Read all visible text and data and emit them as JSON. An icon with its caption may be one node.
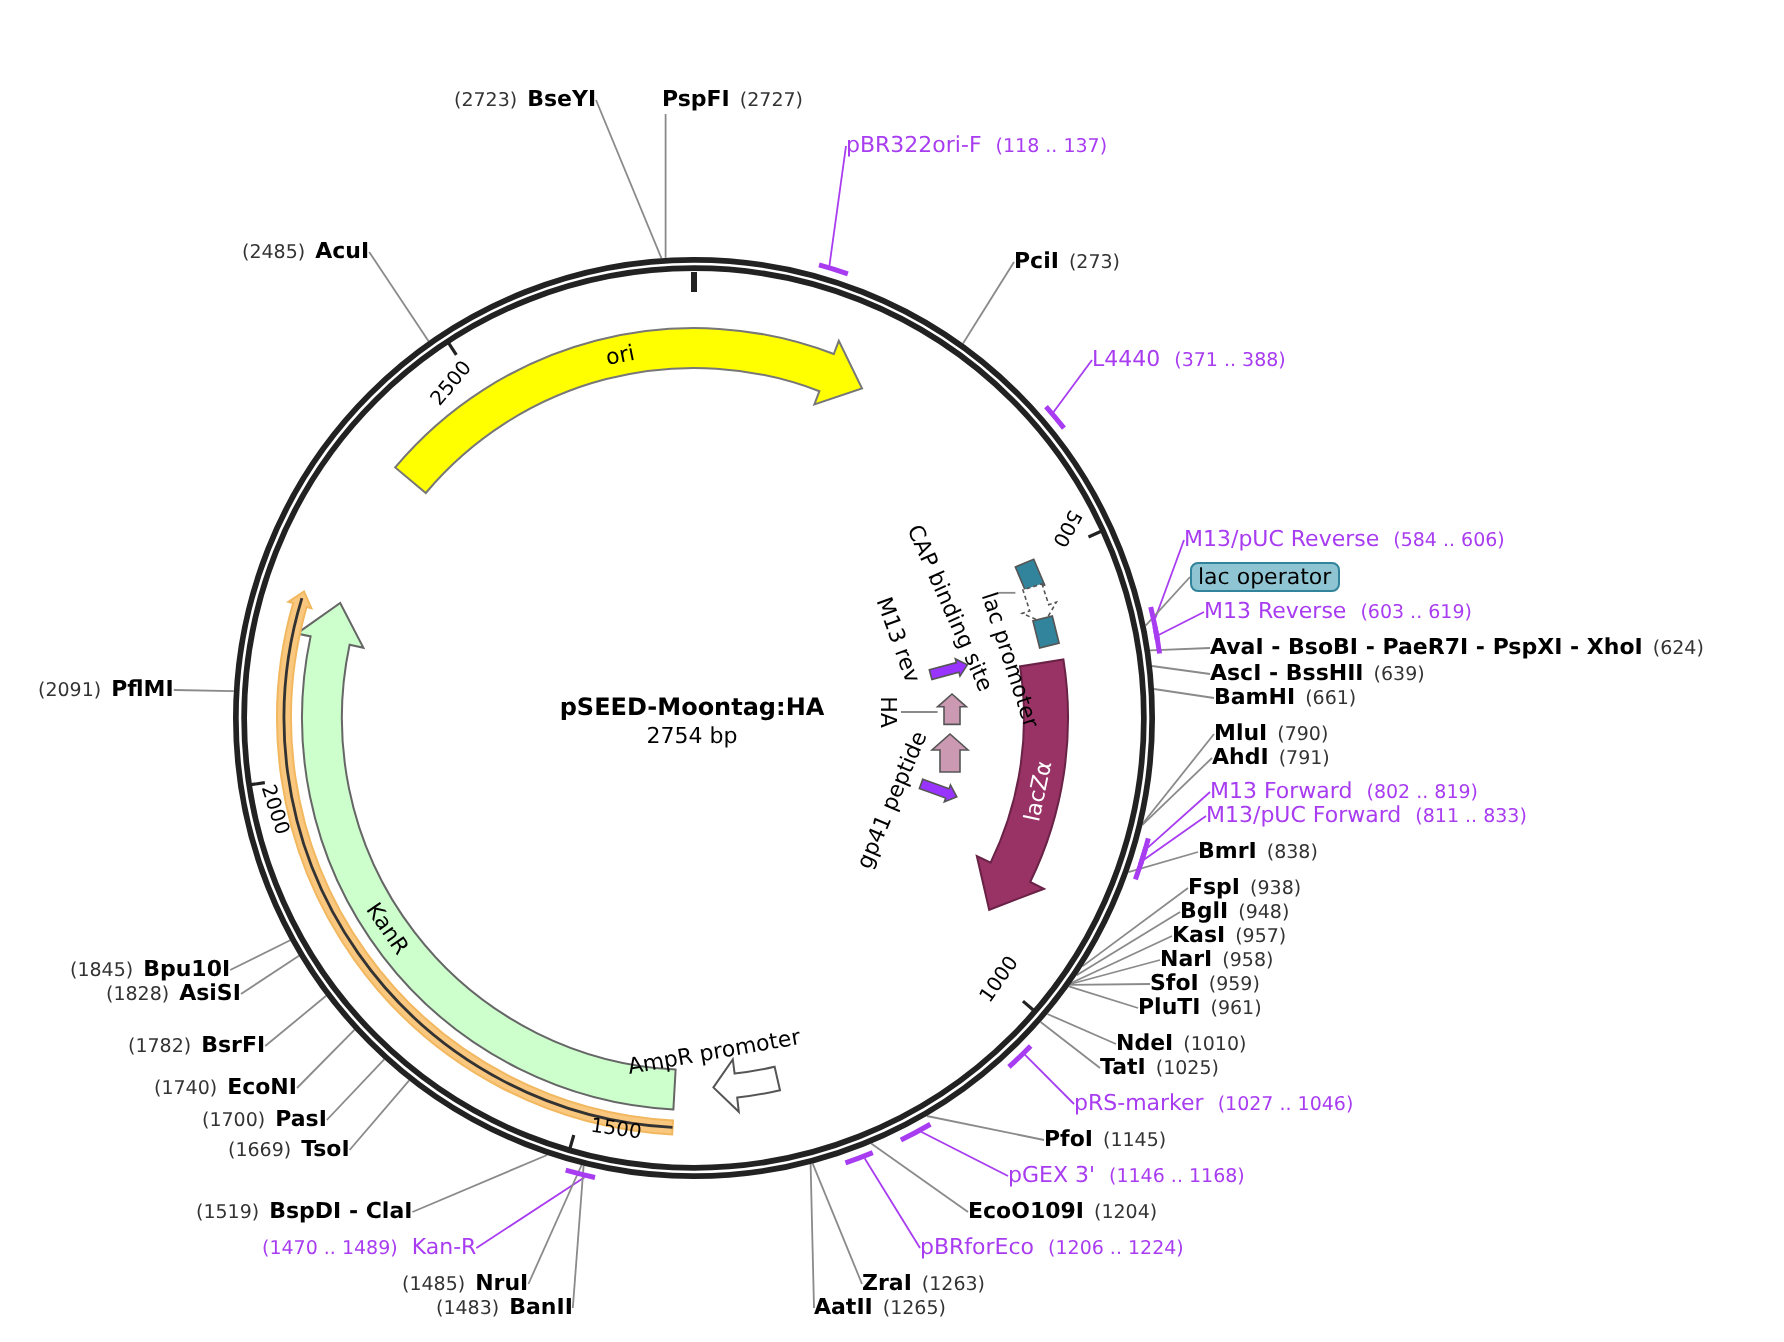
{
  "diagram": {
    "nodes": [
      {
        "text": [
          "(2723)",
          "BseYI"
        ]
      },
      {
        "text": [
          "PspFI",
          "(2727)"
        ]
      },
      {
        "text": [
          "pBR322ori-F",
          "(118 .. 137)"
        ]
      },
      {
        "text": [
          "(2485)",
          "AcuI"
        ]
      },
      {
        "text": [
          "PciI",
          "(273)"
        ]
      },
      {
        "text": [
          "L4440",
          "(371 .. 388)"
        ]
      },
      {
        "text": [
          "ori"
        ]
      },
      {
        "text": [
          "M13/pUC Reverse",
          "(584 .. 606)"
        ]
      },
      {
        "text": [
          "lac operator"
        ]
      },
      {
        "text": [
          "M13 Reverse",
          "(603 .. 619)"
        ]
      },
      {
        "text": [
          "AvaI  - BsoBI  - PaeR7I  - PspXI  - XhoI",
          "(624)"
        ]
      },
      {
        "text": [
          "AscI  - BssHII",
          "(639)"
        ]
      },
      {
        "text": [
          "BamHI",
          "(661)"
        ]
      },
      {
        "text": [
          "CAP binding site"
        ]
      },
      {
        "text": [],
        "shape": "box"
      },
      {
        "text": [
          "lac promoter"
        ]
      },
      {
        "text": [],
        "shape": "box"
      },
      {
        "text": [
          "M13 rev"
        ]
      },
      {
        "text": [
          "HA"
        ]
      },
      {
        "text": [],
        "shape": "arrow"
      },
      {
        "text": [],
        "shape": "arrow"
      },
      {
        "text": [
          "gp41 peptide"
        ]
      },
      {
        "text": [
          "lacZα"
        ]
      },
      {
        "text": [
          "(2091)",
          "PflMI"
        ]
      },
      {
        "text": [
          "MluI",
          "(790)"
        ]
      },
      {
        "text": [
          "AhdI",
          "(791)"
        ]
      },
      {
        "text": [
          "M13 Forward",
          "(802 .. 819)"
        ]
      },
      {
        "text": [
          "M13/pUC Forward",
          "(811 .. 833)"
        ]
      },
      {
        "text": [
          "BmrI",
          "(838)"
        ]
      },
      {
        "text": [
          "FspI",
          "(938)"
        ]
      },
      {
        "text": [
          "BglI",
          "(948)"
        ]
      },
      {
        "text": [
          "KasI",
          "(957)"
        ]
      },
      {
        "text": [
          "NarI",
          "(958)"
        ]
      },
      {
        "text": [
          "SfoI",
          "(959)"
        ]
      },
      {
        "text": [
          "PluTI",
          "(961)"
        ]
      },
      {
        "text": [
          "KanR"
        ]
      },
      {
        "text": [],
        "shape": "arrow"
      },
      {
        "text": [
          "(1845)",
          "Bpu10I"
        ]
      },
      {
        "text": [
          "(1828)",
          "AsiSI"
        ]
      },
      {
        "text": [
          "(1782)",
          "BsrFI"
        ]
      },
      {
        "text": [
          "(1740)",
          "EcoNI"
        ]
      },
      {
        "text": [
          "AmpR promoter"
        ]
      },
      {
        "text": [
          "(1700)",
          "PasI"
        ]
      },
      {
        "text": [
          "(1669)",
          "TsoI"
        ]
      },
      {
        "text": [
          "NdeI",
          "(1010)"
        ]
      },
      {
        "text": [
          "TatI",
          "(1025)"
        ]
      },
      {
        "text": [
          "pRS-marker",
          "(1027 .. 1046)"
        ]
      },
      {
        "text": [
          "PfoI",
          "(1145)"
        ]
      },
      {
        "text": [
          "pGEX 3'",
          "(1146 .. 1168)"
        ]
      },
      {
        "text": [
          "EcoO109I",
          "(1204)"
        ]
      },
      {
        "text": [
          "pBRforEco",
          "(1206 .. 1224)"
        ]
      },
      {
        "text": [
          "(1519)",
          "BspDI  - ClaI"
        ]
      },
      {
        "text": [
          "(1470 .. 1489)",
          "Kan-R"
        ]
      },
      {
        "text": [
          "(1485)",
          "NruI"
        ]
      },
      {
        "text": [
          "(1483)",
          "BanII"
        ]
      },
      {
        "text": [
          "ZraI",
          "(1263)"
        ]
      },
      {
        "text": [
          "AatII",
          "(1265)"
        ]
      }
    ],
    "edges": [
      {
        "from": 0,
        "to": null,
        "arrow": "none"
      },
      {
        "from": 1,
        "to": null,
        "arrow": "none"
      },
      {
        "from": 2,
        "to": null,
        "arrow": "none",
        "color": "#a83cf0"
      },
      {
        "from": 3,
        "to": null,
        "arrow": "none"
      },
      {
        "from": 4,
        "to": null,
        "arrow": "none"
      },
      {
        "from": 5,
        "to": null,
        "arrow": "none",
        "color": "#a83cf0"
      },
      {
        "from": 7,
        "to": null,
        "arrow": "none",
        "color": "#a83cf0"
      },
      {
        "from": 8,
        "to": null,
        "arrow": "none"
      },
      {
        "from": 9,
        "to": null,
        "arrow": "none",
        "color": "#a83cf0"
      },
      {
        "from": 10,
        "to": null,
        "arrow": "none"
      },
      {
        "from": 11,
        "to": null,
        "arrow": "none"
      },
      {
        "from": 12,
        "to": null,
        "arrow": "none"
      },
      {
        "from": 13,
        "to": 14,
        "arrow": "none"
      },
      {
        "from": 18,
        "to": 19,
        "arrow": "none"
      },
      {
        "from": 23,
        "to": null,
        "arrow": "none"
      },
      {
        "from": 24,
        "to": null,
        "arrow": "none"
      },
      {
        "from": 25,
        "to": null,
        "arrow": "none"
      },
      {
        "from": 26,
        "to": null,
        "arrow": "none",
        "color": "#a83cf0"
      },
      {
        "from": 27,
        "to": null,
        "arrow": "none",
        "color": "#a83cf0"
      },
      {
        "from": 28,
        "to": null,
        "arrow": "none"
      },
      {
        "from": 29,
        "to": null,
        "arrow": "none"
      },
      {
        "from": 30,
        "to": null,
        "arrow": "none"
      },
      {
        "from": 31,
        "to": null,
        "arrow": "none"
      },
      {
        "from": 32,
        "to": null,
        "arrow": "none"
      },
      {
        "from": 33,
        "to": null,
        "arrow": "none"
      },
      {
        "from": 34,
        "to": null,
        "arrow": "none"
      },
      {
        "from": 37,
        "to": null,
        "arrow": "none"
      },
      {
        "from": 38,
        "to": null,
        "arrow": "none"
      },
      {
        "from": 39,
        "to": null,
        "arrow": "none"
      },
      {
        "from": 40,
        "to": null,
        "arrow": "none"
      },
      {
        "from": 42,
        "to": null,
        "arrow": "none"
      },
      {
        "from": 43,
        "to": null,
        "arrow": "none"
      },
      {
        "from": 44,
        "to": null,
        "arrow": "none"
      },
      {
        "from": 45,
        "to": null,
        "arrow": "none"
      },
      {
        "from": 46,
        "to": null,
        "arrow": "none",
        "color": "#a83cf0"
      },
      {
        "from": 47,
        "to": null,
        "arrow": "none"
      },
      {
        "from": 48,
        "to": null,
        "arrow": "none",
        "color": "#a83cf0"
      },
      {
        "from": 49,
        "to": null,
        "arrow": "none"
      },
      {
        "from": 50,
        "to": null,
        "arrow": "none",
        "color": "#a83cf0"
      },
      {
        "from": 51,
        "to": null,
        "arrow": "none"
      },
      {
        "from": 52,
        "to": null,
        "arrow": "none",
        "color": "#a83cf0"
      },
      {
        "from": 53,
        "to": null,
        "arrow": "none"
      },
      {
        "from": 54,
        "to": null,
        "arrow": "none"
      },
      {
        "from": 55,
        "to": null,
        "arrow": "none"
      },
      {
        "from": 56,
        "to": null,
        "arrow": "none"
      }
    ],
    "labels": [
      "pSEED-Moontag:HA",
      "2754 bp",
      "2500",
      "500",
      "1000",
      "1500",
      "2000"
    ]
  }
}
